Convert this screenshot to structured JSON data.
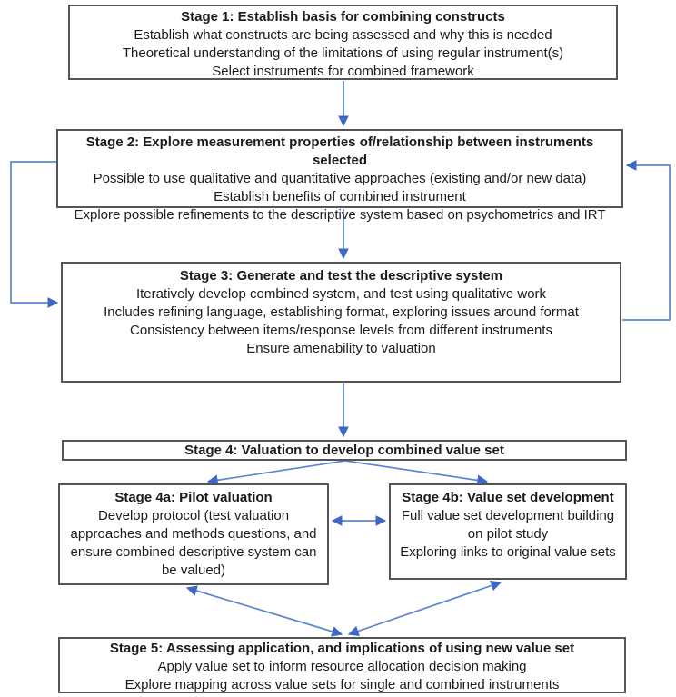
{
  "colors": {
    "arrow_line": "#5b87d1",
    "arrow_head": "#3e68c6",
    "box_border": "#555555",
    "text": "#1b1b1b",
    "background": "#ffffff"
  },
  "stages": {
    "stage1": {
      "title": "Stage 1: Establish basis for combining constructs",
      "lines": [
        "Establish what constructs are being assessed and why this is needed",
        "Theoretical understanding of the limitations of using regular instrument(s)",
        "Select instruments for combined framework"
      ]
    },
    "stage2": {
      "title": "Stage 2:  Explore measurement properties of/relationship between instruments selected",
      "lines": [
        "Possible to use qualitative and quantitative approaches (existing and/or new data)",
        "Establish benefits of combined instrument",
        "Explore possible refinements to the descriptive system based on psychometrics and IRT"
      ]
    },
    "stage3": {
      "title": "Stage 3: Generate and test the descriptive system",
      "lines": [
        "Iteratively develop combined system, and test using qualitative work",
        "Includes refining language, establishing format, exploring issues around format",
        "Consistency between items/response levels from different instruments",
        "Ensure amenability to valuation"
      ]
    },
    "stage4": {
      "title": "Stage 4: Valuation to develop combined value set"
    },
    "stage4a": {
      "title": "Stage 4a: Pilot valuation",
      "body": "Develop protocol (test valuation approaches and methods questions, and ensure combined descriptive system can be valued)"
    },
    "stage4b": {
      "title": "Stage 4b: Value set development",
      "lines": [
        "Full value set development building on pilot study",
        "Exploring links to original value sets"
      ]
    },
    "stage5": {
      "title": "Stage 5: Assessing application, and implications of using new value set",
      "lines": [
        "Apply value set to inform resource allocation decision making",
        "Explore mapping across value sets for single and combined instruments"
      ]
    }
  }
}
